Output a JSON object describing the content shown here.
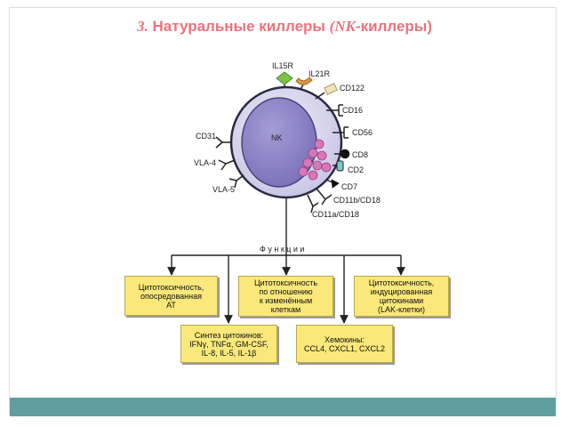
{
  "title": {
    "number": "3.",
    "main": " Натуральные киллеры ",
    "open_paren": "(",
    "abbr": "NK",
    "suffix": "-киллеры)"
  },
  "cell": {
    "label": "NK"
  },
  "receptors": {
    "il15r": "IL15R",
    "il21r": "IL21R",
    "cd122": "CD122",
    "cd16": "CD16",
    "cd56": "CD56",
    "cd8": "CD8",
    "cd2": "CD2",
    "cd7": "CD7",
    "cd11b": "CD11b/CD18",
    "cd11a": "CD11a/CD18",
    "cd31": "CD31",
    "vla4": "VLA-4",
    "vla5": "VLA-5"
  },
  "functions_heading": "Функции",
  "boxes": {
    "adcc": "Цитотоксичность,\nопосредованная\nАТ",
    "altered": "Цитотоксичность\nпо отношению\nк изменённым\nклеткам",
    "lak": "Цитотоксичность,\nиндуцированная\nцитокинами\n(LAK-клетки)",
    "cytokines": "Синтез цитокинов:\nIFNγ, TNFα, GM-CSF,\nIL-8, IL-5, IL-1β",
    "chemokines": "Хемокины:\nCCL4, CXCL1, CXCL2"
  },
  "colors": {
    "title": "#e8747c",
    "cell_outer": "#d8d6ee",
    "nucleus": "#8c83c4",
    "granule": "#d877b8",
    "box": "#fae87a",
    "footer": "#5f9fa0",
    "il15r": "#7cc04a",
    "il21r": "#d49a4a",
    "cd122": "#f3e4b8",
    "cd2": "#7fc7c7"
  }
}
